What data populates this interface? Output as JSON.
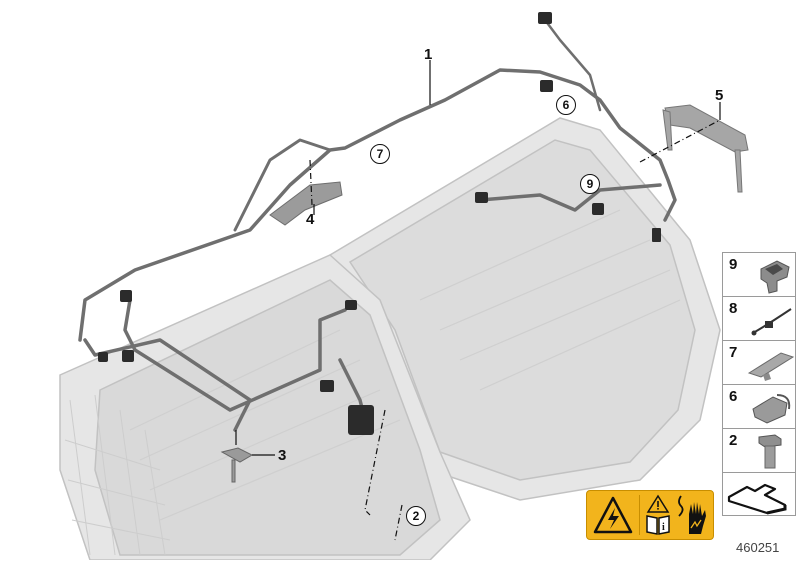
{
  "diagram": {
    "type": "exploded parts illustration",
    "subject": "high-voltage battery housing with wiring harness",
    "colors": {
      "housing": "#e4e4e4",
      "housing_edge": "#bdbdbd",
      "harness": "#6f6f6f",
      "connector": "#2b2b2b",
      "warning_bg": "#f2b41c"
    },
    "callouts": [
      {
        "id": "c1",
        "label": "1",
        "style": "plain"
      },
      {
        "id": "c2",
        "label": "2",
        "style": "circled"
      },
      {
        "id": "c3",
        "label": "3",
        "style": "plain"
      },
      {
        "id": "c4",
        "label": "4",
        "style": "plain"
      },
      {
        "id": "c5",
        "label": "5",
        "style": "plain"
      },
      {
        "id": "c6",
        "label": "6",
        "style": "circled"
      },
      {
        "id": "c7",
        "label": "7",
        "style": "circled"
      },
      {
        "id": "c9",
        "label": "9",
        "style": "circled"
      }
    ],
    "legend": [
      {
        "label": "9",
        "icon": "clip-holder-icon"
      },
      {
        "label": "8",
        "icon": "cable-tie-icon"
      },
      {
        "label": "7",
        "icon": "cable-clip-plate-icon"
      },
      {
        "label": "6",
        "icon": "cable-clamp-icon"
      },
      {
        "label": "2",
        "icon": "hex-bolt-icon"
      },
      {
        "label": "",
        "icon": "arrow-direction-icon"
      }
    ],
    "warning_label": {
      "icons": [
        "high-voltage-warning-icon",
        "caution-triangle-icon",
        "read-manual-icon",
        "electric-shock-hand-icon"
      ]
    },
    "part_number": "460251"
  }
}
